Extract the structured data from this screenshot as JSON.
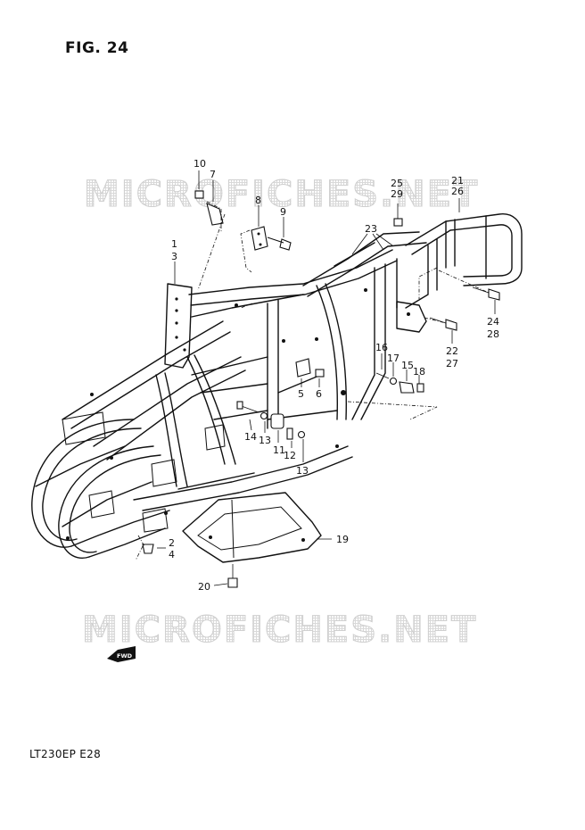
{
  "figure_title": "FIG. 24",
  "model_code": "LT230EP  E28",
  "watermark": "MICROFICHES.NET",
  "fwd_badge": "FWD",
  "callouts": [
    {
      "id": "c10",
      "text": "10"
    },
    {
      "id": "c7",
      "text": "7"
    },
    {
      "id": "c8",
      "text": "8"
    },
    {
      "id": "c9",
      "text": "9"
    },
    {
      "id": "c1",
      "text": "1"
    },
    {
      "id": "c3",
      "text": "3"
    },
    {
      "id": "c25",
      "text": "25"
    },
    {
      "id": "c29",
      "text": "29"
    },
    {
      "id": "c21",
      "text": "21"
    },
    {
      "id": "c26",
      "text": "26"
    },
    {
      "id": "c23",
      "text": "23"
    },
    {
      "id": "c24",
      "text": "24"
    },
    {
      "id": "c28",
      "text": "28"
    },
    {
      "id": "c22",
      "text": "22"
    },
    {
      "id": "c27",
      "text": "27"
    },
    {
      "id": "c16",
      "text": "16"
    },
    {
      "id": "c17",
      "text": "17"
    },
    {
      "id": "c15",
      "text": "15"
    },
    {
      "id": "c18",
      "text": "18"
    },
    {
      "id": "c5",
      "text": "5"
    },
    {
      "id": "c6",
      "text": "6"
    },
    {
      "id": "c14",
      "text": "14"
    },
    {
      "id": "c13a",
      "text": "13"
    },
    {
      "id": "c11",
      "text": "11"
    },
    {
      "id": "c12",
      "text": "12"
    },
    {
      "id": "c13b",
      "text": "13"
    },
    {
      "id": "c2",
      "text": "2"
    },
    {
      "id": "c4",
      "text": "4"
    },
    {
      "id": "c19",
      "text": "19"
    },
    {
      "id": "c20",
      "text": "20"
    }
  ]
}
